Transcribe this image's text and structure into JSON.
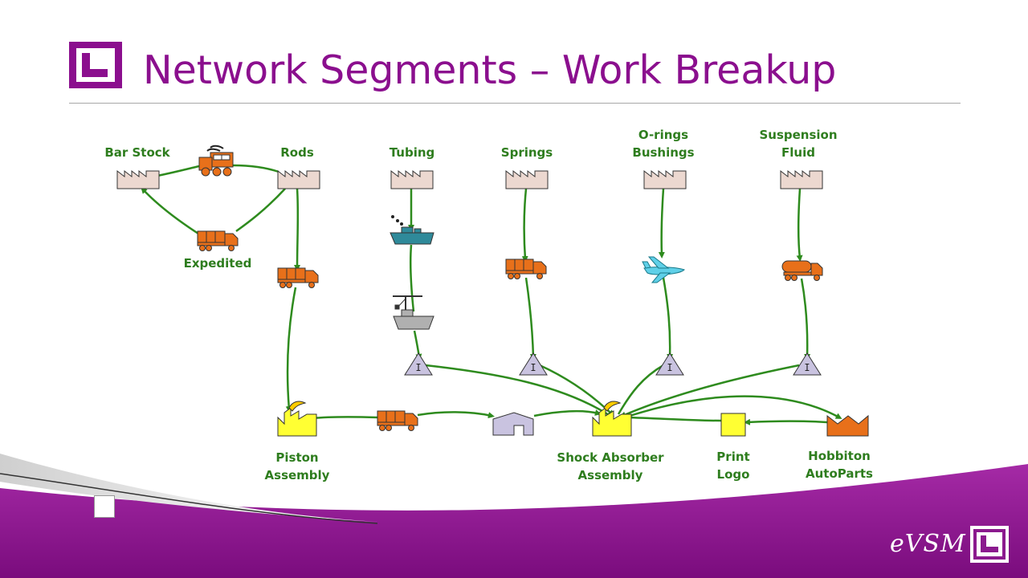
{
  "title": "Network Segments – Work Breakup",
  "brand": "eVSM",
  "labels": {
    "bar_stock": "Bar Stock",
    "rods": "Rods",
    "tubing": "Tubing",
    "springs": "Springs",
    "orings_l1": "O-rings",
    "orings_l2": "Bushings",
    "fluid_l1": "Suspension",
    "fluid_l2": "Fluid",
    "expedited": "Expedited",
    "piston_l1": "Piston",
    "piston_l2": "Assembly",
    "shock_l1": "Shock Absorber",
    "shock_l2": "Assembly",
    "print_l1": "Print",
    "print_l2": "Logo",
    "hobbiton_l1": "Hobbiton",
    "hobbiton_l2": "AutoParts"
  },
  "inventory_mark": "I",
  "colors": {
    "title": "#8b0f8e",
    "label": "#2e7d1e",
    "flow": "#2e8b1e",
    "supplier_factory": "#ecd8d0",
    "assembly_factory": "#ffff33",
    "transport": "#e8701a",
    "inventory": "#c9c3e0",
    "customer": "#e8701a",
    "band": "#8b1a8e"
  },
  "icons": {
    "supplier": "factory-icon",
    "train": "train-icon",
    "truck": "truck-icon",
    "ship": "ship-icon",
    "plane": "airplane-icon",
    "tanker": "tanker-truck-icon",
    "inventory": "inventory-triangle-icon",
    "warehouse": "warehouse-icon",
    "assembly": "assembly-plant-icon",
    "customer": "customer-icon",
    "process": "process-box-icon"
  }
}
